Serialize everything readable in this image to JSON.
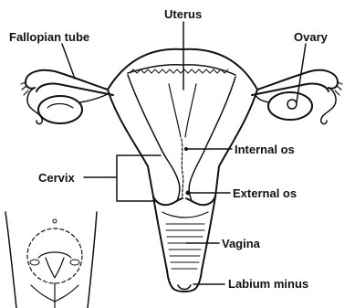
{
  "labels": {
    "fallopian_tube": "Fallopian tube",
    "uterus": "Uterus",
    "ovary": "Ovary",
    "internal_os": "Internal os",
    "cervix": "Cervix",
    "external_os": "External os",
    "vagina": "Vagina",
    "labium_minus": "Labium minus"
  },
  "colors": {
    "ink": "#111111",
    "background": "#ffffff"
  }
}
